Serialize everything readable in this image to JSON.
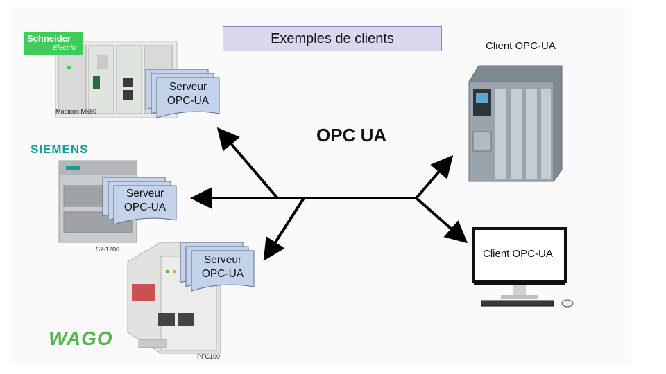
{
  "title": "Exemples de clients",
  "logos": {
    "schneider_line1": "Schneider",
    "schneider_line2": "Electric",
    "siemens": "SIEMENS",
    "wago": "WAGO",
    "opcua": "OPC UA"
  },
  "servers": [
    {
      "line1": "Serveur",
      "line2": "OPC-UA",
      "device": "Modicon M580"
    },
    {
      "line1": "Serveur",
      "line2": "OPC-UA",
      "device": "S7-1200"
    },
    {
      "line1": "Serveur",
      "line2": "OPC-UA",
      "device": "PFC100"
    }
  ],
  "clients": [
    {
      "label": "Client OPC-UA"
    },
    {
      "label": "Client OPC-UA"
    }
  ],
  "colors": {
    "title_bg": "#dcd7ee",
    "doc_fill": "#c5d3ea",
    "schneider_green": "#3dcd58",
    "siemens_teal": "#139c9a",
    "wago_green": "#53b848"
  }
}
